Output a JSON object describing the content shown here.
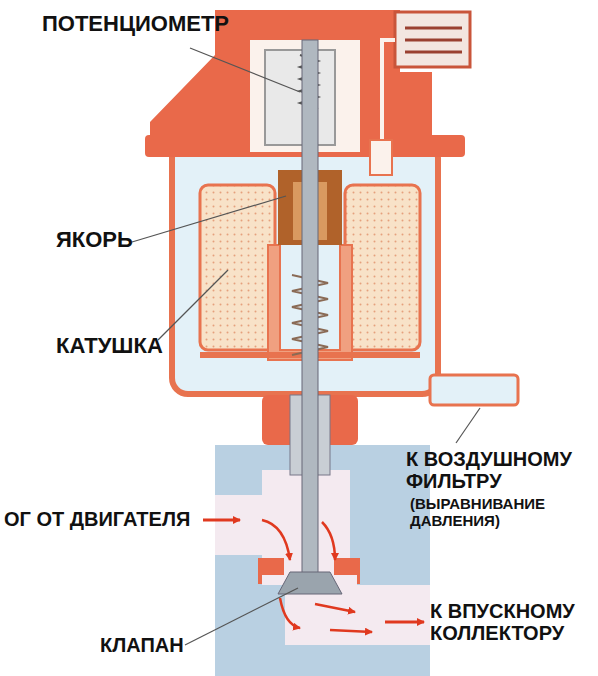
{
  "diagram": {
    "labels": [
      "ПОТЕНЦИОМЕТР",
      "ЯКОРЬ",
      "КАТУШКА",
      "К ВОЗДУШНОМУ ФИЛЬТРУ",
      "(ВЫРАВНИВАНИЕ ДАВЛЕНИЯ)",
      "ОГ ОТ ДВИГАТЕЛЯ",
      "КЛАПАН",
      "К ВПУСКНОМУ КОЛЛЕКТОРУ"
    ]
  }
}
